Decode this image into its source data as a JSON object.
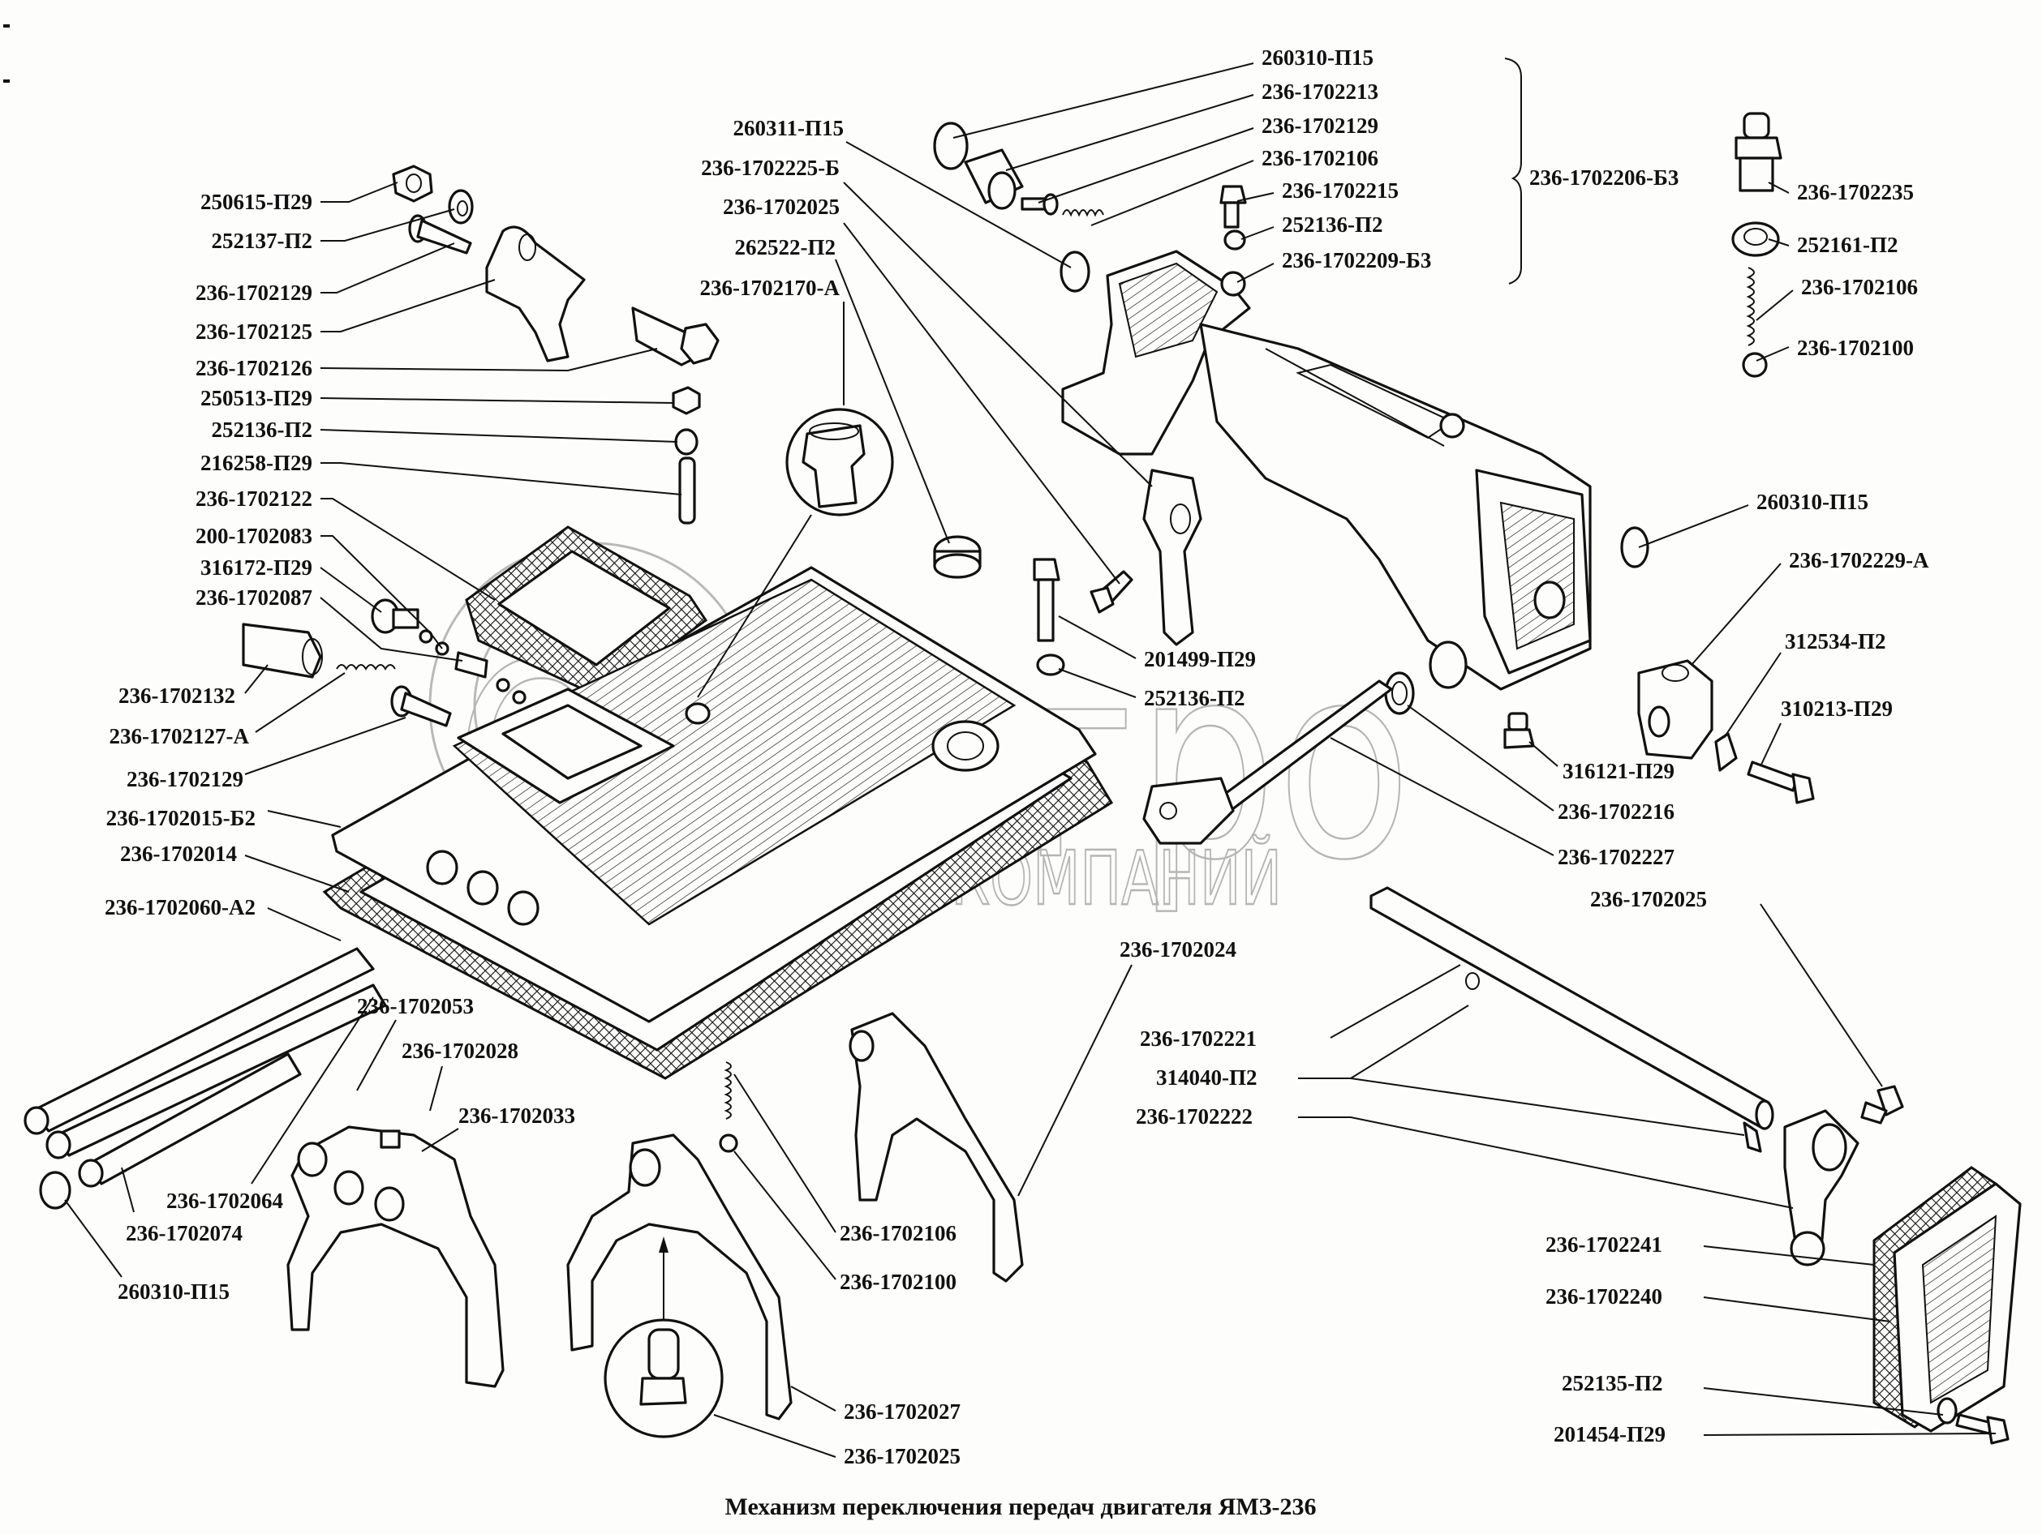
{
  "caption": "Механизм переключения передач двигателя  ЯМЗ-236",
  "watermark": {
    "brand": "Обсагро",
    "subtitle": "ГРУППА КОМПАНИЙ"
  },
  "assembly_bracket": {
    "label": "236-1702206-Б3",
    "members": [
      "260310-П15",
      "236-1702213",
      "236-1702129",
      "236-1702106",
      "236-1702215",
      "252136-П2",
      "236-1702209-Б3"
    ]
  },
  "labels": [
    {
      "id": "l01",
      "text": "250615-П29"
    },
    {
      "id": "l02",
      "text": "252137-П2"
    },
    {
      "id": "l03",
      "text": "236-1702129"
    },
    {
      "id": "l04",
      "text": "236-1702125"
    },
    {
      "id": "l05",
      "text": "236-1702126"
    },
    {
      "id": "l06",
      "text": "250513-П29"
    },
    {
      "id": "l07",
      "text": "252136-П2"
    },
    {
      "id": "l08",
      "text": "216258-П29"
    },
    {
      "id": "l09",
      "text": "236-1702122"
    },
    {
      "id": "l10",
      "text": "200-1702083"
    },
    {
      "id": "l11",
      "text": "316172-П29"
    },
    {
      "id": "l12",
      "text": "236-1702087"
    },
    {
      "id": "l13",
      "text": "236-1702132"
    },
    {
      "id": "l14",
      "text": "236-1702127-А"
    },
    {
      "id": "l15",
      "text": "236-1702129"
    },
    {
      "id": "l16",
      "text": "236-1702015-Б2"
    },
    {
      "id": "l17",
      "text": "236-1702014"
    },
    {
      "id": "l18",
      "text": "236-1702060-А2"
    },
    {
      "id": "l19",
      "text": "236-1702053"
    },
    {
      "id": "l20",
      "text": "236-1702028"
    },
    {
      "id": "l21",
      "text": "236-1702033"
    },
    {
      "id": "l22",
      "text": "236-1702064"
    },
    {
      "id": "l23",
      "text": "236-1702074"
    },
    {
      "id": "l24",
      "text": "260310-П15"
    },
    {
      "id": "l25",
      "text": "260311-П15"
    },
    {
      "id": "l26",
      "text": "236-1702225-Б"
    },
    {
      "id": "l27",
      "text": "236-1702025"
    },
    {
      "id": "l28",
      "text": "262522-П2"
    },
    {
      "id": "l29",
      "text": "236-1702170-А"
    },
    {
      "id": "l30",
      "text": "260310-П15"
    },
    {
      "id": "l31",
      "text": "236-1702213"
    },
    {
      "id": "l32",
      "text": "236-1702129"
    },
    {
      "id": "l33",
      "text": "236-1702106"
    },
    {
      "id": "l34",
      "text": "236-1702215"
    },
    {
      "id": "l35",
      "text": "252136-П2"
    },
    {
      "id": "l36",
      "text": "236-1702209-Б3"
    },
    {
      "id": "l37",
      "text": "236-1702235"
    },
    {
      "id": "l38",
      "text": "252161-П2"
    },
    {
      "id": "l39",
      "text": "236-1702106"
    },
    {
      "id": "l40",
      "text": "236-1702100"
    },
    {
      "id": "l41",
      "text": "260310-П15"
    },
    {
      "id": "l42",
      "text": "236-1702229-А"
    },
    {
      "id": "l43",
      "text": "312534-П2"
    },
    {
      "id": "l44",
      "text": "310213-П29"
    },
    {
      "id": "l45",
      "text": "201499-П29"
    },
    {
      "id": "l46",
      "text": "252136-П2"
    },
    {
      "id": "l47",
      "text": "316121-П29"
    },
    {
      "id": "l48",
      "text": "236-1702216"
    },
    {
      "id": "l49",
      "text": "236-1702227"
    },
    {
      "id": "l50",
      "text": "236-1702025"
    },
    {
      "id": "l51",
      "text": "236-1702024"
    },
    {
      "id": "l52",
      "text": "236-1702221"
    },
    {
      "id": "l53",
      "text": "314040-П2"
    },
    {
      "id": "l54",
      "text": "236-1702222"
    },
    {
      "id": "l55",
      "text": "236-1702241"
    },
    {
      "id": "l56",
      "text": "236-1702240"
    },
    {
      "id": "l57",
      "text": "252135-П2"
    },
    {
      "id": "l58",
      "text": "201454-П29"
    },
    {
      "id": "l59",
      "text": "236-1702106"
    },
    {
      "id": "l60",
      "text": "236-1702100"
    },
    {
      "id": "l61",
      "text": "236-1702027"
    },
    {
      "id": "l62",
      "text": "236-1702025"
    }
  ]
}
